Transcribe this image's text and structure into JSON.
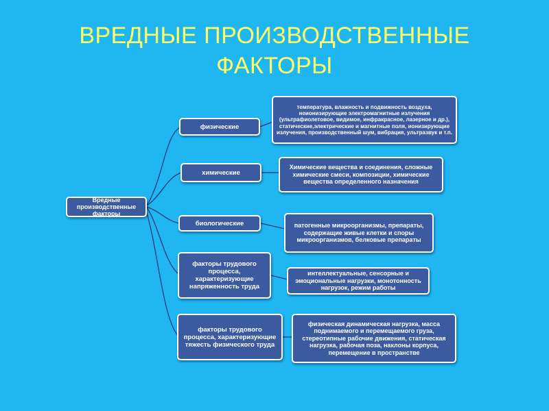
{
  "title": {
    "line1": "ВРЕДНЫЕ ПРОИЗВОДСТВЕННЫЕ",
    "line2": "ФАКТОРЫ"
  },
  "root": "Вредные производственные факторы",
  "categories": [
    {
      "label": "физические",
      "description": "температура, влажность и подвижность воздуха, неионизирующие электромагнитные излучения (ультрафиолетовое, видимое, инфракрасное, лазерное и др.), статические,электрические и магнитные поля, ионизирующие излучения, производственный шум, вибрация, ультразвук и т.п."
    },
    {
      "label": "химические",
      "description": "Химические вещества и соединения, сложные химические смеси, композиции, химические вещества определенного назначения"
    },
    {
      "label": "биологические",
      "description": "патогенные микроорганизмы, препараты, содержащие живые клетки и споры микроорганизмов, белковые препараты"
    },
    {
      "label": "факторы трудового процесса, характеризующие напряженность труда",
      "description": "интеллектуальные, сенсорные и эмоциональные нагрузки, монотонность нагрузок, режим работы"
    },
    {
      "label": "факторы трудового процесса, характеризующие тяжесть физического труда",
      "description": "физическая динамическая нагрузка, масса поднимаемого и перемещаемого груза, стереотипные рабочие движения, статическая нагрузка, рабочая поза, наклоны корпуса, перемещение в пространстве"
    }
  ],
  "colors": {
    "background": "#1fb6f2",
    "title": "#ffff66",
    "box_fill": "#3b5aa0",
    "box_border": "#ffffff",
    "connector": "#1a3a78"
  }
}
